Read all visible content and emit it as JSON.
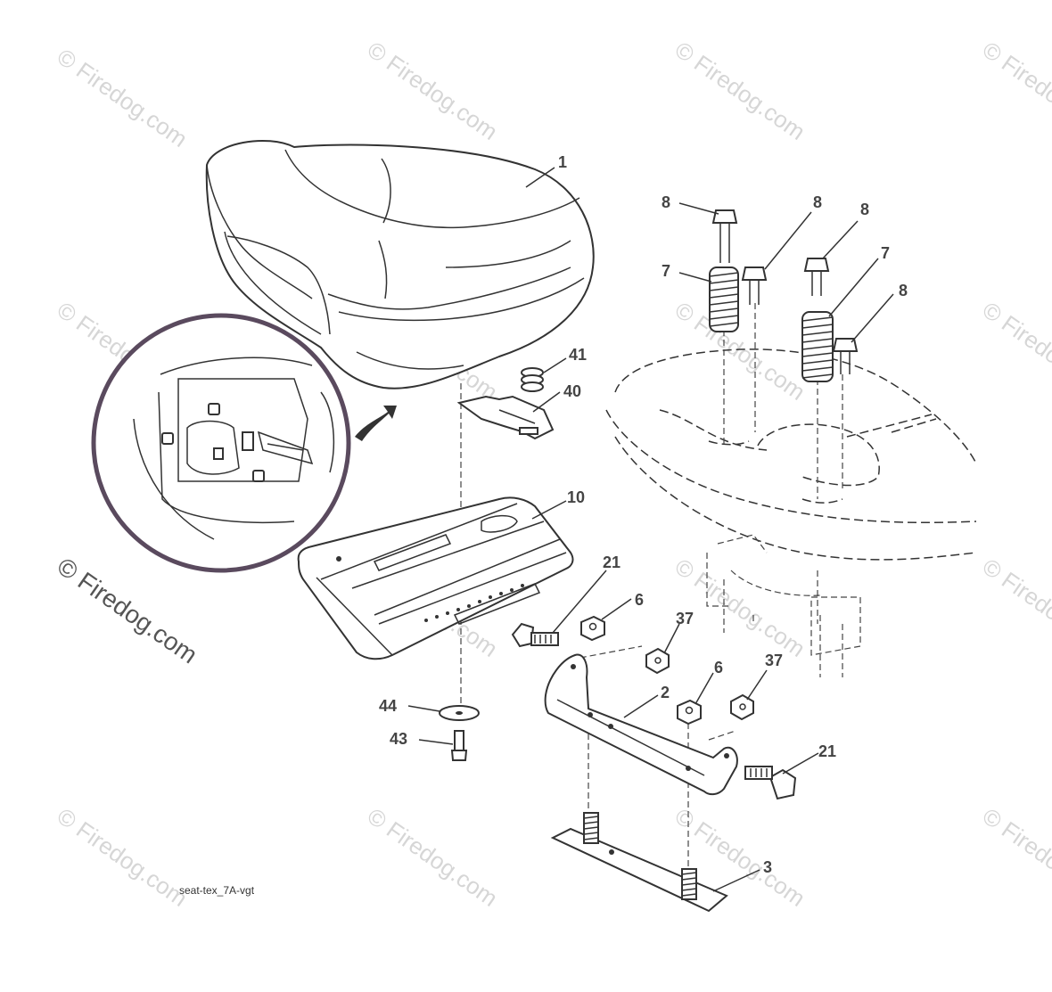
{
  "callouts": {
    "c1": "1",
    "c2": "2",
    "c3": "3",
    "c6a": "6",
    "c6b": "6",
    "c7a": "7",
    "c7b": "7",
    "c8a": "8",
    "c8b": "8",
    "c8c": "8",
    "c8d": "8",
    "c10": "10",
    "c21a": "21",
    "c21b": "21",
    "c37a": "37",
    "c37b": "37",
    "c40": "40",
    "c41": "41",
    "c43": "43",
    "c44": "44"
  },
  "watermark": {
    "text": "© Firedog.com",
    "main": "© Firedog.com"
  },
  "diagram_code": "seat-tex_7A-vgt"
}
